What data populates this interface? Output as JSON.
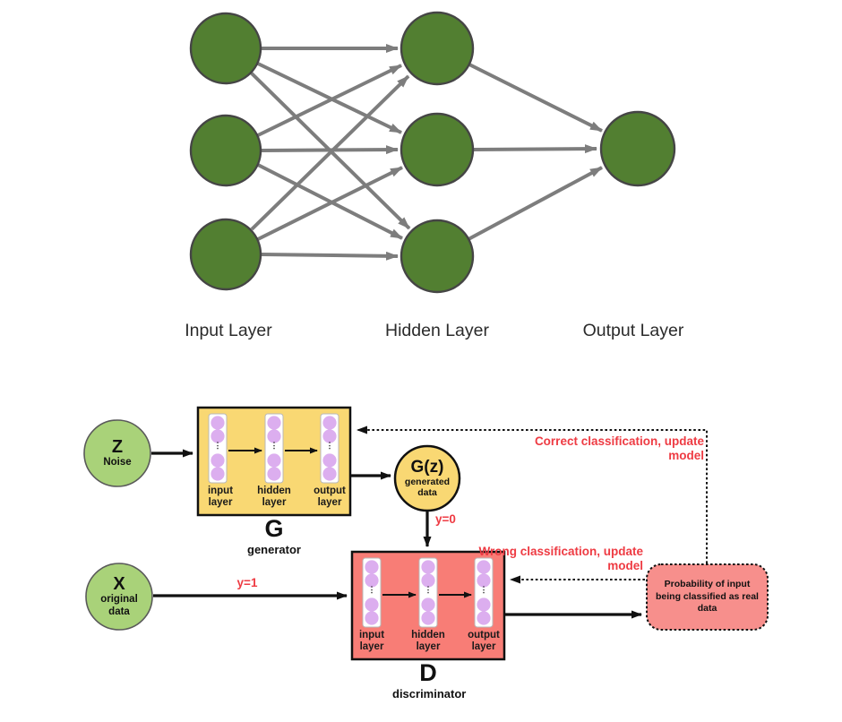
{
  "colors": {
    "nn_green": "#527f31",
    "nn_arrow_gray": "#7d7d7d",
    "gan_green": "#a9d279",
    "gan_yellow": "#f9d873",
    "gan_pink": "#f87d76",
    "gan_pink_light": "#f78f8c",
    "mini_purple": "#dcaeef",
    "label_red": "#ee3b43",
    "ink": "#111111"
  },
  "top_diagram": {
    "layers": [
      {
        "label": "Input Layer",
        "nodes": 3
      },
      {
        "label": "Hidden Layer",
        "nodes": 3
      },
      {
        "label": "Output Layer",
        "nodes": 1
      }
    ]
  },
  "gan": {
    "noise_node": {
      "symbol": "Z",
      "label": "Noise"
    },
    "generator": {
      "symbol": "G",
      "label": "generator",
      "columns": [
        "input layer",
        "hidden layer",
        "output layer"
      ]
    },
    "generated_node": {
      "symbol": "G(z)",
      "label": "generated data"
    },
    "discriminator": {
      "symbol": "D",
      "label": "discriminator",
      "columns": [
        "input layer",
        "hidden layer",
        "output layer"
      ]
    },
    "original_node": {
      "symbol": "X",
      "label": "original data"
    },
    "probability_box": {
      "label": "Probability of input being classified as real data"
    },
    "edge_labels": {
      "generated": "y=0",
      "original": "y=1"
    },
    "feedback": {
      "correct": "Correct classification, update model",
      "wrong": "Wrong classification, update model"
    },
    "ellipsis_icon": "⋮"
  }
}
